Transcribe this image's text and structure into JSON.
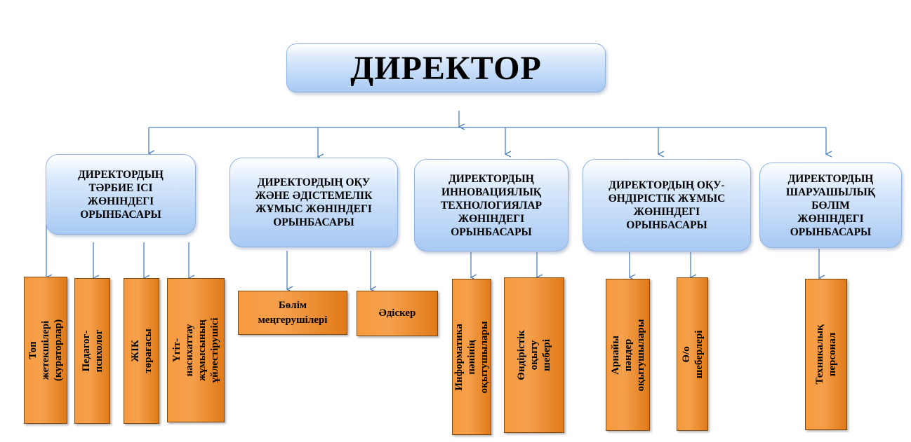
{
  "director": {
    "label": "ДИРЕКТОР"
  },
  "deputies": [
    {
      "label": "ДИРЕКТОРДЫҢ\nТӘРБИЕ ІСІ\nЖӨНІНДЕГІ\nОРЫНБАСАРЫ"
    },
    {
      "label": "ДИРЕКТОРДЫҢ ОҚУ\nЖӘНЕ ӘДІСТЕМЕЛІК\nЖҰМЫС ЖӨНІНДЕГІ\nОРЫНБАСАРЫ"
    },
    {
      "label": "ДИРЕКТОРДЫҢ\nИННОВАЦИЯЛЫҚ\nТЕХНОЛОГИЯЛАР\nЖӨНІНДЕГІ\nОРЫНБАСАРЫ"
    },
    {
      "label": "ДИРЕКТОРДЫҢ ОҚУ-\nӨНДІРІСТІК ЖҰМЫС\nЖӨНІНДЕГІ\nОРЫНБАСАРЫ"
    },
    {
      "label": "ДИРЕКТОРДЫҢ\nШАРУАШЫЛЫҚ\nБӨЛІМ\nЖӨНІНДЕГІ\nОРЫНБАСАРЫ"
    }
  ],
  "staff": [
    {
      "label": "Топ жетекшілері\n(кураторлар)"
    },
    {
      "label": "Педагог-психолог"
    },
    {
      "label": "ЖІК төрағасы"
    },
    {
      "label": "Үгіт-насихаттау\nжұмысының\nұйлестірушісі"
    },
    {
      "label": "Бөлім\nмеңгерушілері"
    },
    {
      "label": "Әдіскер"
    },
    {
      "label": "Информатика пәнінің\nоқытушылары"
    },
    {
      "label": "Өндірістік оқыту\nшебері"
    },
    {
      "label": "Арнайы пәндер\nоқытушылары"
    },
    {
      "label": "Ө/о шеберлері"
    },
    {
      "label": "Техникалық\nперсонал"
    }
  ]
}
